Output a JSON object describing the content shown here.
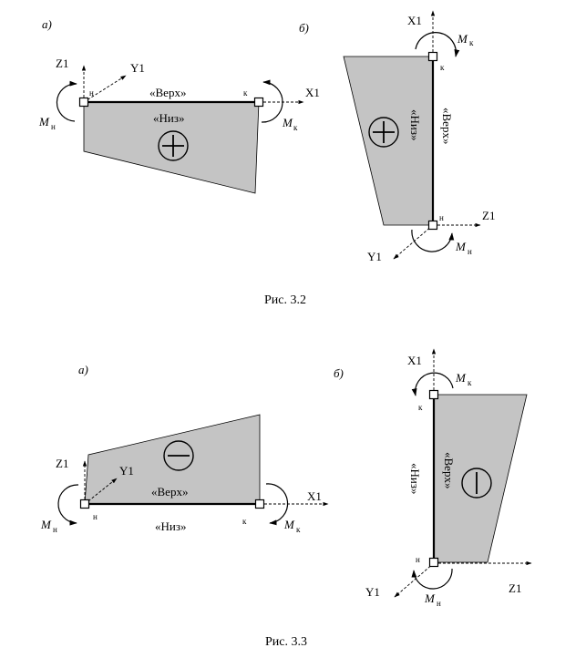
{
  "figure_32": {
    "caption": "Рис. 3.2",
    "panel_a": {
      "label": "а)",
      "top_label": "«Верх»",
      "bottom_label": "«Низ»",
      "sign": "+",
      "node_start": "н",
      "node_end": "к",
      "axis_x": "X1",
      "axis_y": "Y1",
      "axis_z": "Z1",
      "moment": "M",
      "moment_start_sub": "н",
      "moment_end_sub": "к"
    },
    "panel_b": {
      "label": "б)",
      "top_label": "«Верх»",
      "bottom_label": "«Низ»",
      "sign": "+",
      "node_start": "н",
      "node_end": "к",
      "axis_x": "X1",
      "axis_y": "Y1",
      "axis_z": "Z1",
      "moment": "M",
      "moment_start_sub": "н",
      "moment_end_sub": "к"
    }
  },
  "figure_33": {
    "caption": "Рис. 3.3",
    "panel_a": {
      "label": "а)",
      "top_label": "«Верх»",
      "bottom_label": "«Низ»",
      "sign": "−",
      "node_start": "н",
      "node_end": "к",
      "axis_x": "X1",
      "axis_y": "Y1",
      "axis_z": "Z1",
      "moment": "M",
      "moment_start_sub": "н",
      "moment_end_sub": "к"
    },
    "panel_b": {
      "label": "б)",
      "top_label": "«Верх»",
      "bottom_label": "«Низ»",
      "sign": "−",
      "node_start": "н",
      "node_end": "к",
      "axis_x": "X1",
      "axis_y": "Y1",
      "axis_z": "Z1",
      "moment": "M",
      "moment_start_sub": "н",
      "moment_end_sub": "к"
    }
  },
  "colors": {
    "fill": "#c4c4c4",
    "line": "#000000"
  }
}
